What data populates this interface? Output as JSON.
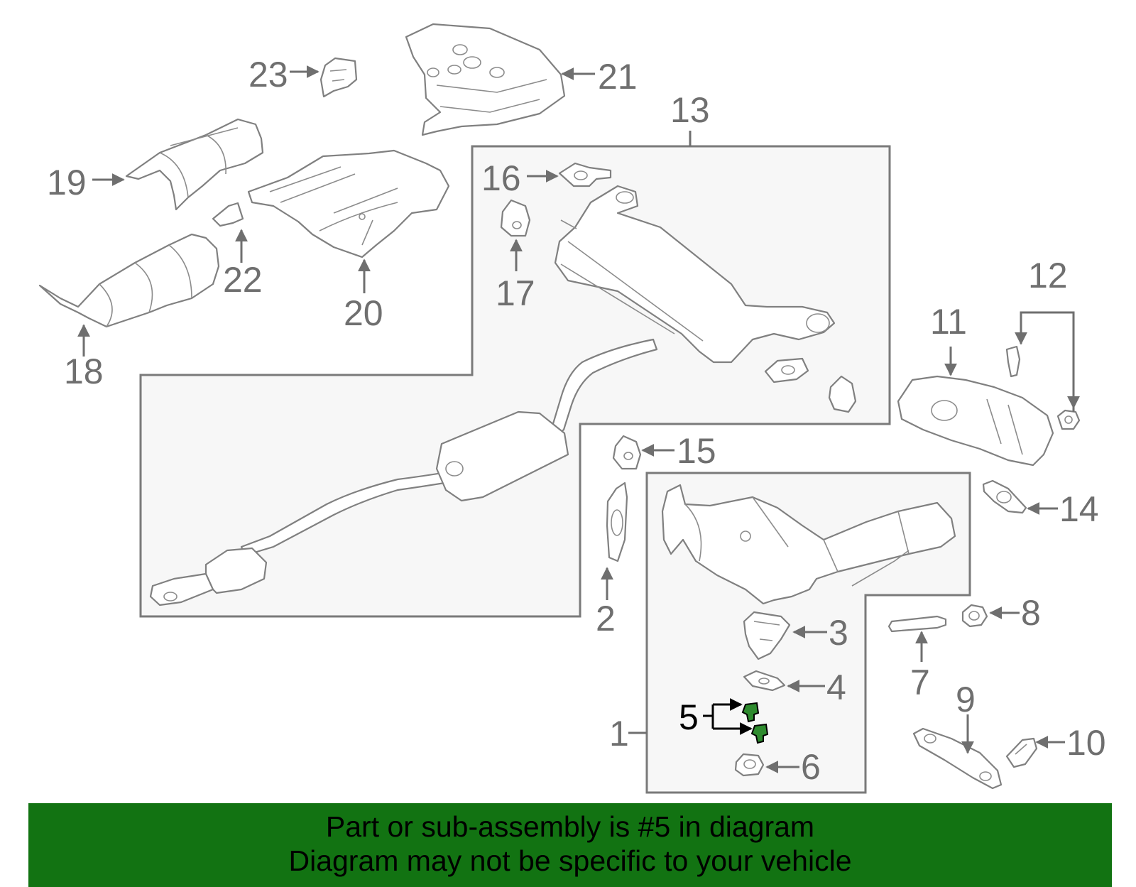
{
  "diagram": {
    "callouts": {
      "c1": "1",
      "c2": "2",
      "c3": "3",
      "c4": "4",
      "c5": "5",
      "c6": "6",
      "c7": "7",
      "c8": "8",
      "c9": "9",
      "c10": "10",
      "c11": "11",
      "c12": "12",
      "c13": "13",
      "c14": "14",
      "c15": "15",
      "c16": "16",
      "c17": "17",
      "c18": "18",
      "c19": "19",
      "c20": "20",
      "c21": "21",
      "c22": "22",
      "c23": "23"
    },
    "highlighted_part": "5",
    "highlight_color": "#2e8b2e"
  },
  "banner": {
    "line1": "Part or sub-assembly is #5 in diagram",
    "line2": "Diagram may not be specific to your vehicle",
    "background": "#127312"
  }
}
